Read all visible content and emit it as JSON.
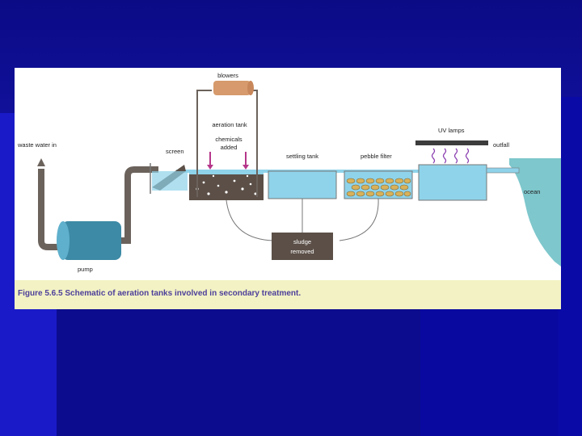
{
  "diagram": {
    "labels": {
      "blowers": "blowers",
      "aeration_tank": "aeration tank",
      "chemicals": "chemicals",
      "added": "added",
      "waste_water_in": "waste water in",
      "screen": "screen",
      "settling_tank": "settling tank",
      "pebble_filter": "pebble filter",
      "uv_lamps": "UV lamps",
      "outfall": "outfall",
      "ocean": "ocean",
      "pump": "pump",
      "sludge": "sludge",
      "removed": "removed"
    },
    "caption": "Figure 5.6.5 Schematic of aeration tanks involved in secondary treatment."
  },
  "colors": {
    "background": "#0c0c8e",
    "water": "#8fd3ea",
    "tank_dark": "#5b4f47",
    "pipe": "#6b625c",
    "pump": "#3d8aa6",
    "blower": "#d69a6c",
    "caption_bar": "#f2f2c4",
    "caption_text": "#4d3f9a",
    "ocean": "#7ec7cc",
    "uv": "#8a3fb0"
  }
}
